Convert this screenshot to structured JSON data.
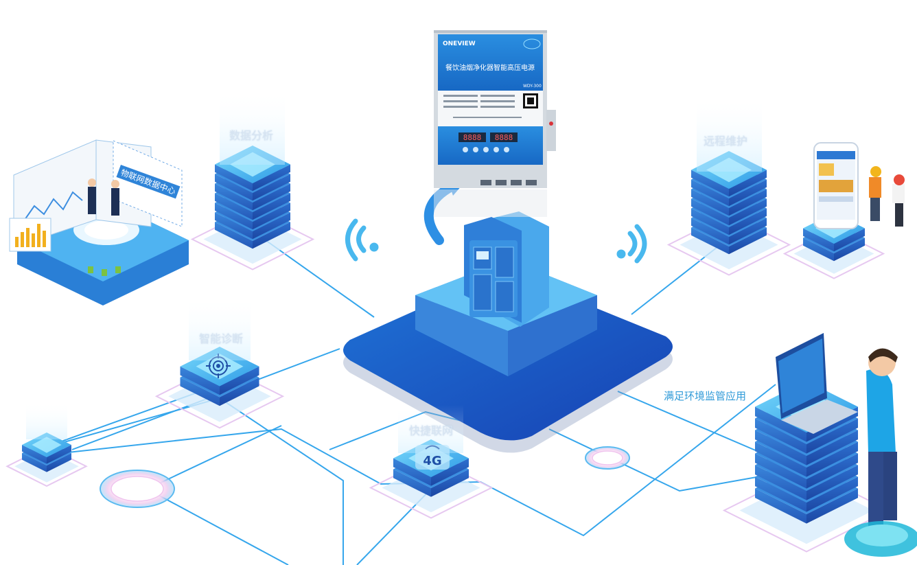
{
  "device": {
    "brand": "ONEVIEW",
    "title": "餐饮油烟净化器智能高压电源",
    "model": "WDY-300",
    "display_left": "8888",
    "display_right": "8888"
  },
  "labels": {
    "data_analysis": "数据分析",
    "remote_maintenance": "远程维护",
    "smart_diagnosis": "智能诊断",
    "fast_network": "快捷联网",
    "env_regulation": "满足环境监管应用",
    "iot_center": "物联网数据中心"
  },
  "badge_4g": "4G",
  "colors": {
    "line": "#35a6ec",
    "server_top": "#3fb6f2",
    "server_side": "#2a7fd6",
    "platform": "#1b5fc9",
    "wifi": "#49b8ee"
  }
}
